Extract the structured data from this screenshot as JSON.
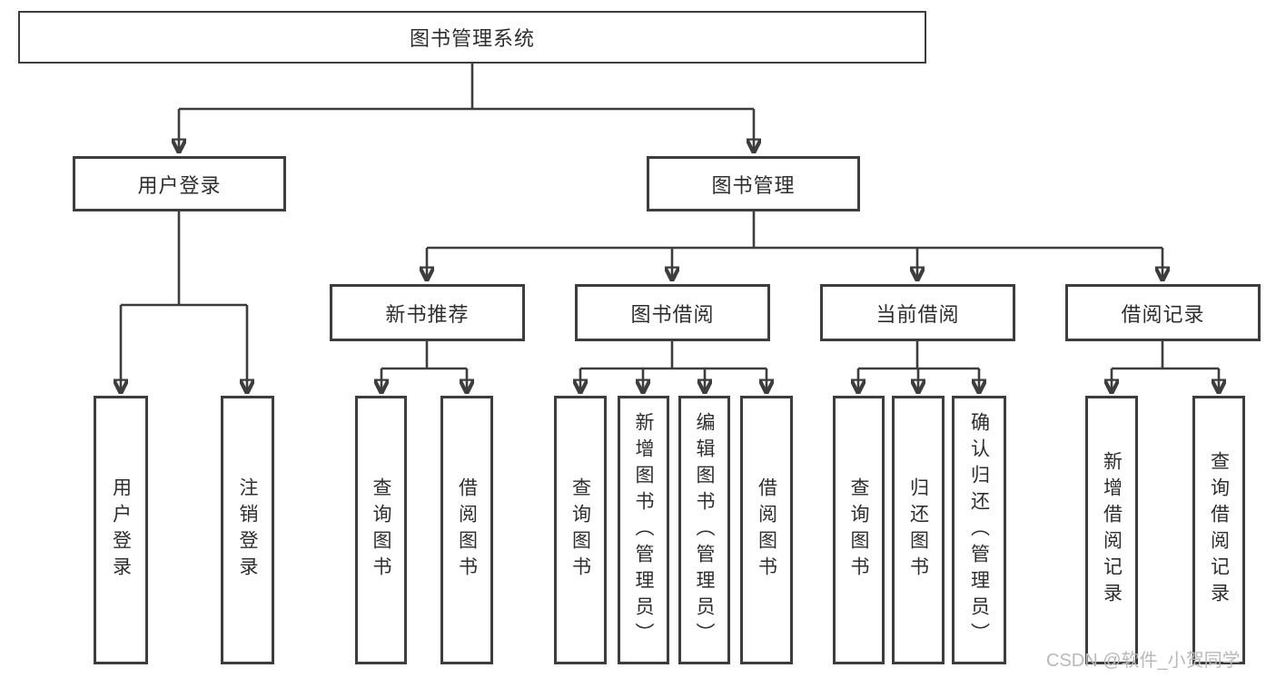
{
  "diagram": {
    "colors": {
      "line": "#3d3d3d",
      "text": "#2e2e2e",
      "watermark": "#b9b9b9",
      "background": "#ffffff"
    },
    "root": {
      "label": "图书管理系统"
    },
    "level1": [
      {
        "label": "用户登录"
      },
      {
        "label": "图书管理"
      }
    ],
    "level2": [
      {
        "label": "新书推荐"
      },
      {
        "label": "图书借阅"
      },
      {
        "label": "当前借阅"
      },
      {
        "label": "借阅记录"
      }
    ],
    "leaf_groups": [
      {
        "parent": "用户登录",
        "items": [
          {
            "label": "用户登录"
          },
          {
            "label": "注销登录"
          }
        ]
      },
      {
        "parent": "新书推荐",
        "items": [
          {
            "label": "查询图书"
          },
          {
            "label": "借阅图书"
          }
        ]
      },
      {
        "parent": "图书借阅",
        "items": [
          {
            "label": "查询图书"
          },
          {
            "label": "新增图书（管理员）"
          },
          {
            "label": "编辑图书（管理员）"
          },
          {
            "label": "借阅图书"
          }
        ]
      },
      {
        "parent": "当前借阅",
        "items": [
          {
            "label": "查询图书"
          },
          {
            "label": "归还图书"
          },
          {
            "label": "确认归还（管理员）"
          }
        ]
      },
      {
        "parent": "借阅记录",
        "items": [
          {
            "label": "新增借阅记录"
          },
          {
            "label": "查询借阅记录"
          }
        ]
      }
    ],
    "watermark": "CSDN @软件_小贺同学"
  }
}
